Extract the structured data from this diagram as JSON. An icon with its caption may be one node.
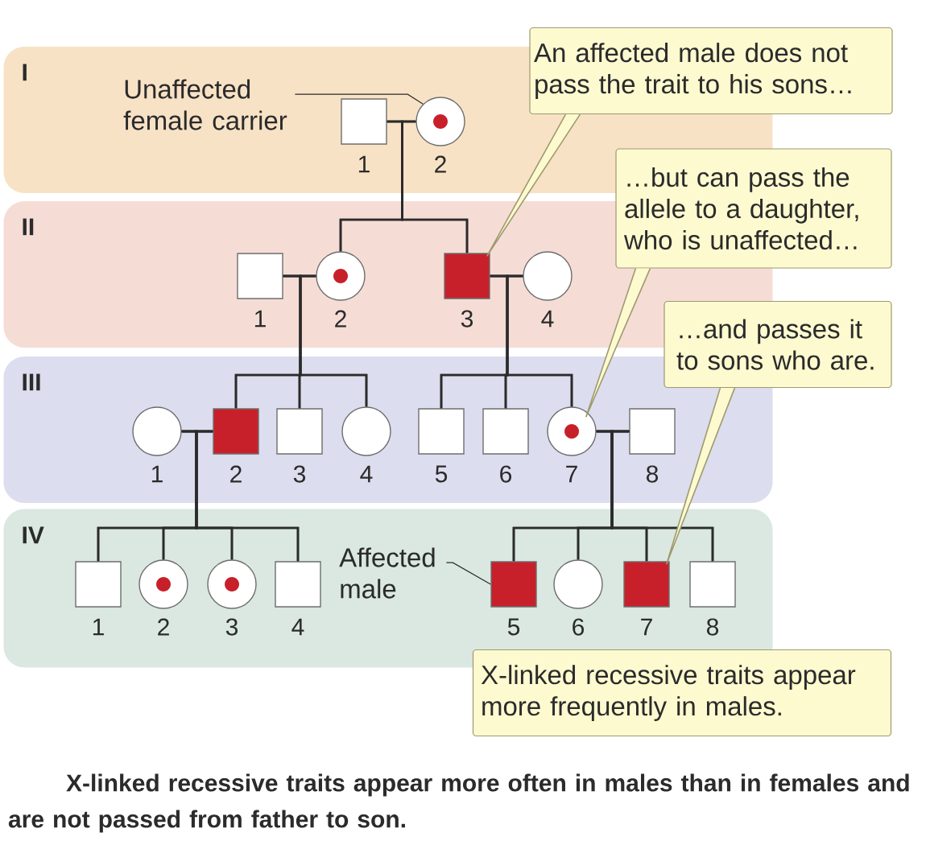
{
  "diagram": {
    "caption": "X-linked recessive traits appear more often in males than in females and are not passed from father to son.",
    "nodes": [
      {
        "text": [
          "I"
        ]
      },
      {
        "text": [
          "Unaffected female carrier"
        ],
        "in": 0
      },
      {
        "text": [],
        "shape": "square",
        "beside": [
          "1"
        ],
        "in": 0
      },
      {
        "text": [],
        "shape": "dotted-circle",
        "beside": [
          "2"
        ],
        "in": 0
      },
      {
        "text": [
          "An affected male does not pass the trait to his sons…"
        ]
      },
      {
        "text": [
          "II"
        ]
      },
      {
        "text": [],
        "shape": "square",
        "beside": [
          "1"
        ],
        "in": 5
      },
      {
        "text": [],
        "shape": "dotted-circle",
        "beside": [
          "2"
        ],
        "in": 5
      },
      {
        "text": [],
        "shape": "filled-square",
        "beside": [
          "3"
        ],
        "in": 5
      },
      {
        "text": [],
        "shape": "circle",
        "beside": [
          "4"
        ],
        "in": 5
      },
      {
        "text": [
          "…but can pass the allele to a daughter, who is unaffected…"
        ]
      },
      {
        "text": [
          "…and passes it to sons who are."
        ]
      },
      {
        "text": [
          "III"
        ]
      },
      {
        "text": [],
        "shape": "circle",
        "beside": [
          "1"
        ],
        "in": 12
      },
      {
        "text": [],
        "shape": "filled-square",
        "beside": [
          "2"
        ],
        "in": 12
      },
      {
        "text": [],
        "shape": "square",
        "beside": [
          "3"
        ],
        "in": 12
      },
      {
        "text": [],
        "shape": "circle",
        "beside": [
          "4"
        ],
        "in": 12
      },
      {
        "text": [],
        "shape": "square",
        "beside": [
          "5"
        ],
        "in": 12
      },
      {
        "text": [],
        "shape": "square",
        "beside": [
          "6"
        ],
        "in": 12
      },
      {
        "text": [],
        "shape": "dotted-circle",
        "beside": [
          "7"
        ],
        "in": 12
      },
      {
        "text": [],
        "shape": "square",
        "beside": [
          "8"
        ],
        "in": 12
      },
      {
        "text": [
          "IV"
        ]
      },
      {
        "text": [],
        "shape": "square",
        "beside": [
          "1"
        ],
        "in": 21
      },
      {
        "text": [],
        "shape": "dotted-circle",
        "beside": [
          "2"
        ],
        "in": 21
      },
      {
        "text": [],
        "shape": "dotted-circle",
        "beside": [
          "3"
        ],
        "in": 21
      },
      {
        "text": [],
        "shape": "square",
        "beside": [
          "4"
        ],
        "in": 21
      },
      {
        "text": [
          "Affected male"
        ],
        "in": 21
      },
      {
        "text": [],
        "shape": "filled-square",
        "beside": [
          "5"
        ],
        "in": 21
      },
      {
        "text": [],
        "shape": "circle",
        "beside": [
          "6"
        ],
        "in": 21
      },
      {
        "text": [],
        "shape": "filled-square",
        "beside": [
          "7"
        ],
        "in": 21
      },
      {
        "text": [],
        "shape": "square",
        "beside": [
          "8"
        ],
        "in": 21
      },
      {
        "text": [
          "X-linked recessive traits appear more frequently in males."
        ]
      }
    ],
    "edges": [
      {
        "from": 2,
        "to": 3,
        "arrow": "none"
      },
      {
        "from": 2,
        "to": 7,
        "arrow": "none"
      },
      {
        "from": 2,
        "to": 8,
        "arrow": "none"
      },
      {
        "from": 3,
        "to": 7,
        "arrow": "none"
      },
      {
        "from": 3,
        "to": 8,
        "arrow": "none"
      },
      {
        "from": 6,
        "to": 7,
        "arrow": "none"
      },
      {
        "from": 6,
        "to": 14,
        "arrow": "none"
      },
      {
        "from": 6,
        "to": 15,
        "arrow": "none"
      },
      {
        "from": 6,
        "to": 16,
        "arrow": "none"
      },
      {
        "from": 7,
        "to": 14,
        "arrow": "none"
      },
      {
        "from": 7,
        "to": 15,
        "arrow": "none"
      },
      {
        "from": 7,
        "to": 16,
        "arrow": "none"
      },
      {
        "from": 8,
        "to": 9,
        "arrow": "none"
      },
      {
        "from": 8,
        "to": 17,
        "arrow": "none"
      },
      {
        "from": 8,
        "to": 18,
        "arrow": "none"
      },
      {
        "from": 8,
        "to": 19,
        "arrow": "none"
      },
      {
        "from": 9,
        "to": 17,
        "arrow": "none"
      },
      {
        "from": 9,
        "to": 18,
        "arrow": "none"
      },
      {
        "from": 9,
        "to": 19,
        "arrow": "none"
      },
      {
        "from": 13,
        "to": 14,
        "arrow": "none"
      },
      {
        "from": 13,
        "to": 22,
        "arrow": "none"
      },
      {
        "from": 13,
        "to": 23,
        "arrow": "none"
      },
      {
        "from": 13,
        "to": 24,
        "arrow": "none"
      },
      {
        "from": 13,
        "to": 25,
        "arrow": "none"
      },
      {
        "from": 14,
        "to": 22,
        "arrow": "none"
      },
      {
        "from": 14,
        "to": 23,
        "arrow": "none"
      },
      {
        "from": 14,
        "to": 24,
        "arrow": "none"
      },
      {
        "from": 14,
        "to": 25,
        "arrow": "none"
      },
      {
        "from": 19,
        "to": 20,
        "arrow": "none"
      },
      {
        "from": 19,
        "to": 27,
        "arrow": "none"
      },
      {
        "from": 19,
        "to": 28,
        "arrow": "none"
      },
      {
        "from": 19,
        "to": 29,
        "arrow": "none"
      },
      {
        "from": 19,
        "to": 30,
        "arrow": "none"
      },
      {
        "from": 20,
        "to": 27,
        "arrow": "none"
      },
      {
        "from": 20,
        "to": 28,
        "arrow": "none"
      },
      {
        "from": 20,
        "to": 29,
        "arrow": "none"
      },
      {
        "from": 20,
        "to": 30,
        "arrow": "none"
      },
      {
        "from": 1,
        "to": 3,
        "arrow": "none"
      },
      {
        "from": 4,
        "to": 8,
        "arrow": "none",
        "color": "#9e9a6e"
      },
      {
        "from": 10,
        "to": 19,
        "arrow": "none",
        "color": "#9e9a6e"
      },
      {
        "from": 11,
        "to": 29,
        "arrow": "none",
        "color": "#9e9a6e"
      },
      {
        "from": 26,
        "to": 27,
        "arrow": "none"
      }
    ]
  }
}
